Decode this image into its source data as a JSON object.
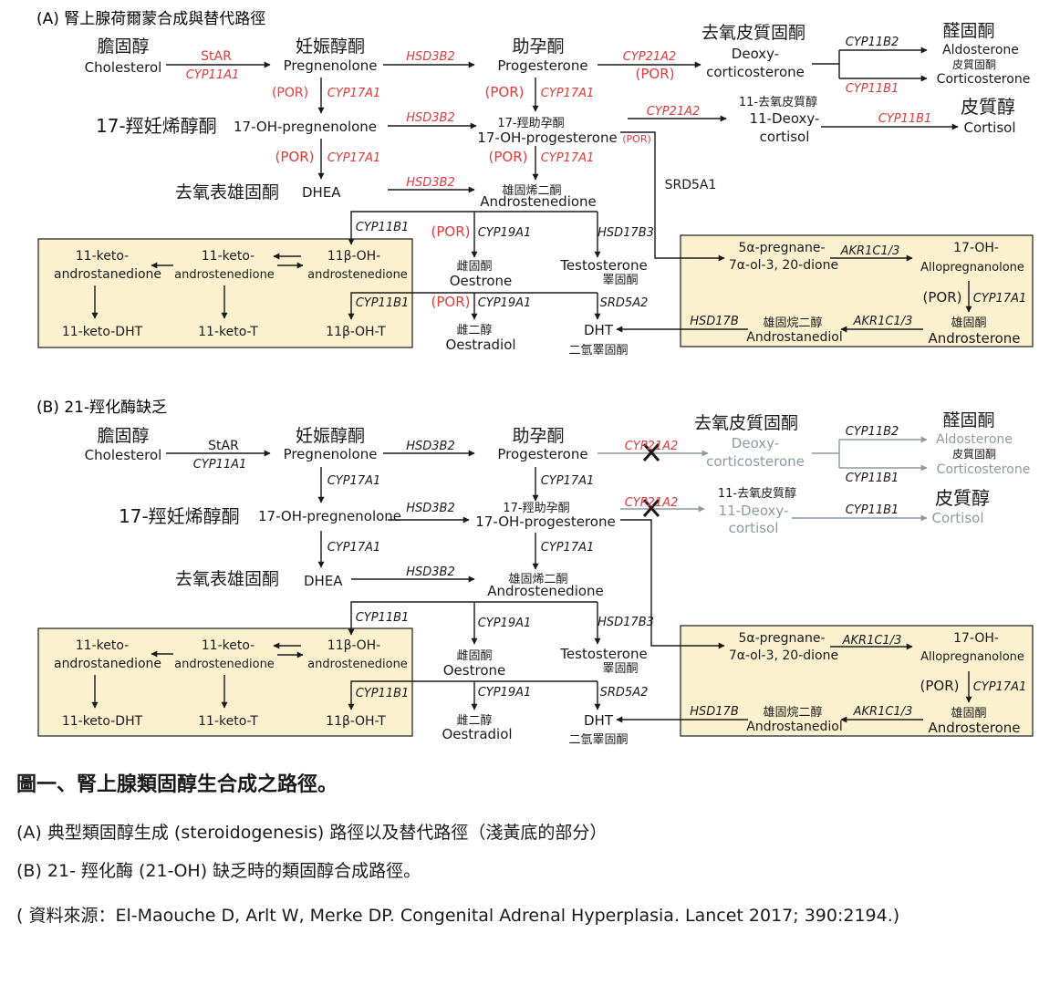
{
  "colors": {
    "black": "#1a1a1a",
    "red": "#e03a3a",
    "gray": "#8e9aa3",
    "box_fill": "#fbf1cf",
    "box_stroke": "#1a1a1a"
  },
  "panelA": {
    "title": "(A) 腎上腺荷爾蒙合成與替代路徑",
    "nodes": {
      "chol_zh": "膽固醇",
      "chol_en": "Cholesterol",
      "preg_zh": "妊娠醇酮",
      "preg_en": "Pregnenolone",
      "prog_zh": "助孕酮",
      "prog_en": "Progesterone",
      "doc_zh": "去氧皮質固酮",
      "doc_en1": "Deoxy-",
      "doc_en2": "corticosterone",
      "aldo_zh": "醛固酮",
      "aldo_en": "Aldosterone",
      "cort_zh": "皮質固酮",
      "cort_en": "Corticosterone",
      "ohpreg_zh": "17-羥妊烯醇酮",
      "ohpreg_en": "17-OH-pregnenolone",
      "ohprog_zh": "17-羥助孕酮",
      "ohprog_en": "17-OH-progesterone",
      "deoxycortisol_zh": "11-去氧皮質醇",
      "deoxycortisol_en1": "11-Deoxy-",
      "deoxycortisol_en2": "cortisol",
      "cortisol_zh": "皮質醇",
      "cortisol_en": "Cortisol",
      "dhea_zh": "去氧表雄固酮",
      "dhea_en": "DHEA",
      "andro_zh": "雄固烯二酮",
      "andro_en": "Androstenedione",
      "k_andro1": "11-keto-",
      "k_andro2": "androstanedione",
      "k_ad1": "11-keto-",
      "k_ad2": "androstenedione",
      "oh_ad1": "11β-OH-",
      "oh_ad2": "androstenedione",
      "k_dht": "11-keto-DHT",
      "k_t": "11-keto-T",
      "oh_t": "11β-OH-T",
      "oestrone_zh": "雌固酮",
      "oestrone_en": "Oestrone",
      "oestradiol_zh": "雌二醇",
      "oestradiol_en": "Oestradiol",
      "testo_en": "Testosterone",
      "testo_zh": "睪固酮",
      "dht_en": "DHT",
      "dht_zh": "二氫睪固酮",
      "preg5a1": "5α-pregnane-",
      "preg5a2": "7α-ol-3, 20-dione",
      "allo1": "17-OH-",
      "allo2": "Allopregnanolone",
      "androstanediol_zh": "雄固烷二醇",
      "androstanediol_en": "Androstanediol",
      "androsterone_zh": "雄固酮",
      "androsterone_en": "Androsterone"
    },
    "enzymes": {
      "star": "StAR",
      "cyp11a1": "CYP11A1",
      "hsd3b2_1": "HSD3B2",
      "cyp21a2_1": "CYP21A2",
      "por_1": "(POR)",
      "cyp11b2": "CYP11B2",
      "cyp11b1_top": "CYP11B1",
      "por_2": "(POR)",
      "cyp17a1_1": "CYP17A1",
      "por_3": "(POR)",
      "cyp17a1_2": "CYP17A1",
      "hsd3b2_2": "HSD3B2",
      "cyp21a2_2": "CYP21A2",
      "cyp11b1_cort": "CYP11B1",
      "por_small": "(POR)",
      "por_4": "(POR)",
      "cyp17a1_3": "CYP17A1",
      "por_5": "(POR)",
      "cyp17a1_4": "CYP17A1",
      "hsd3b2_3": "HSD3B2",
      "srd5a1": "SRD5A1",
      "cyp11b1_a": "CYP11B1",
      "por_6": "(POR)",
      "cyp19a1_1": "CYP19A1",
      "hsd17b3": "HSD17B3",
      "cyp11b1_b": "CYP11B1",
      "por_7": "(POR)",
      "cyp19a1_2": "CYP19A1",
      "srd5a2": "SRD5A2",
      "akr1c13_1": "AKR1C1/3",
      "por_8": "(POR)",
      "cyp17a1_5": "CYP17A1",
      "hsd17b": "HSD17B",
      "akr1c13_2": "AKR1C1/3"
    }
  },
  "panelB": {
    "title": "(B) 21-羥化酶缺乏",
    "nodes": {
      "chol_zh": "膽固醇",
      "chol_en": "Cholesterol",
      "preg_zh": "妊娠醇酮",
      "preg_en": "Pregnenolone",
      "prog_zh": "助孕酮",
      "prog_en": "Progesterone",
      "doc_zh": "去氧皮質固酮",
      "doc_en1": "Deoxy-",
      "doc_en2": "corticosterone",
      "aldo_zh": "醛固酮",
      "aldo_en": "Aldosterone",
      "cort_zh": "皮質固酮",
      "cort_en": "Corticosterone",
      "ohpreg_zh": "17-羥妊烯醇酮",
      "ohpreg_en": "17-OH-pregnenolone",
      "ohprog_zh": "17-羥助孕酮",
      "ohprog_en": "17-OH-progesterone",
      "deoxycortisol_zh": "11-去氧皮質醇",
      "deoxycortisol_en1": "11-Deoxy-",
      "deoxycortisol_en2": "cortisol",
      "cortisol_zh": "皮質醇",
      "cortisol_en": "Cortisol",
      "dhea_zh": "去氧表雄固酮",
      "dhea_en": "DHEA",
      "andro_zh": "雄固烯二酮",
      "andro_en": "Androstenedione",
      "k_andro1": "11-keto-",
      "k_andro2": "androstanedione",
      "k_ad1": "11-keto-",
      "k_ad2": "androstenedione",
      "oh_ad1": "11β-OH-",
      "oh_ad2": "androstenedione",
      "k_dht": "11-keto-DHT",
      "k_t": "11-keto-T",
      "oh_t": "11β-OH-T",
      "oestrone_zh": "雌固酮",
      "oestrone_en": "Oestrone",
      "oestradiol_zh": "雌二醇",
      "oestradiol_en": "Oestradiol",
      "testo_en": "Testosterone",
      "testo_zh": "睪固酮",
      "dht_en": "DHT",
      "dht_zh": "二氫睪固酮",
      "preg5a1": "5α-pregnane-",
      "preg5a2": "7α-ol-3, 20-dione",
      "allo1": "17-OH-",
      "allo2": "Allopregnanolone",
      "androstanediol_zh": "雄固烷二醇",
      "androstanediol_en": "Androstanediol",
      "androsterone_zh": "雄固酮",
      "androsterone_en": "Androsterone"
    },
    "enzymes": {
      "star": "StAR",
      "cyp11a1": "CYP11A1",
      "hsd3b2_1": "HSD3B2",
      "cyp21a2_1": "CYP21A2",
      "cyp11b2": "CYP11B2",
      "cyp11b1_top": "CYP11B1",
      "cyp17a1_1": "CYP17A1",
      "cyp17a1_2": "CYP17A1",
      "hsd3b2_2": "HSD3B2",
      "cyp21a2_2": "CYP21A2",
      "cyp11b1_cort": "CYP11B1",
      "cyp17a1_3": "CYP17A1",
      "cyp17a1_4": "CYP17A1",
      "hsd3b2_3": "HSD3B2",
      "cyp11b1_a": "CYP11B1",
      "cyp19a1_1": "CYP19A1",
      "hsd17b3": "HSD17B3",
      "cyp11b1_b": "CYP11B1",
      "cyp19a1_2": "CYP19A1",
      "srd5a2": "SRD5A2",
      "akr1c13_1": "AKR1C1/3",
      "por_8": "(POR)",
      "cyp17a1_5": "CYP17A1",
      "hsd17b": "HSD17B",
      "akr1c13_2": "AKR1C1/3"
    }
  },
  "caption": {
    "title": "圖一、腎上腺類固醇生合成之路徑。",
    "line_a": "(A) 典型類固醇生成 (steroidogenesis) 路徑以及替代路徑（淺黃底的部分）",
    "line_b": "(B) 21- 羥化酶 (21-OH) 缺乏時的類固醇合成路徑。",
    "source": "( 資料來源：El-Maouche D, Arlt W, Merke DP. Congenital Adrenal Hyperplasia. Lancet 2017; 390:2194.)"
  }
}
